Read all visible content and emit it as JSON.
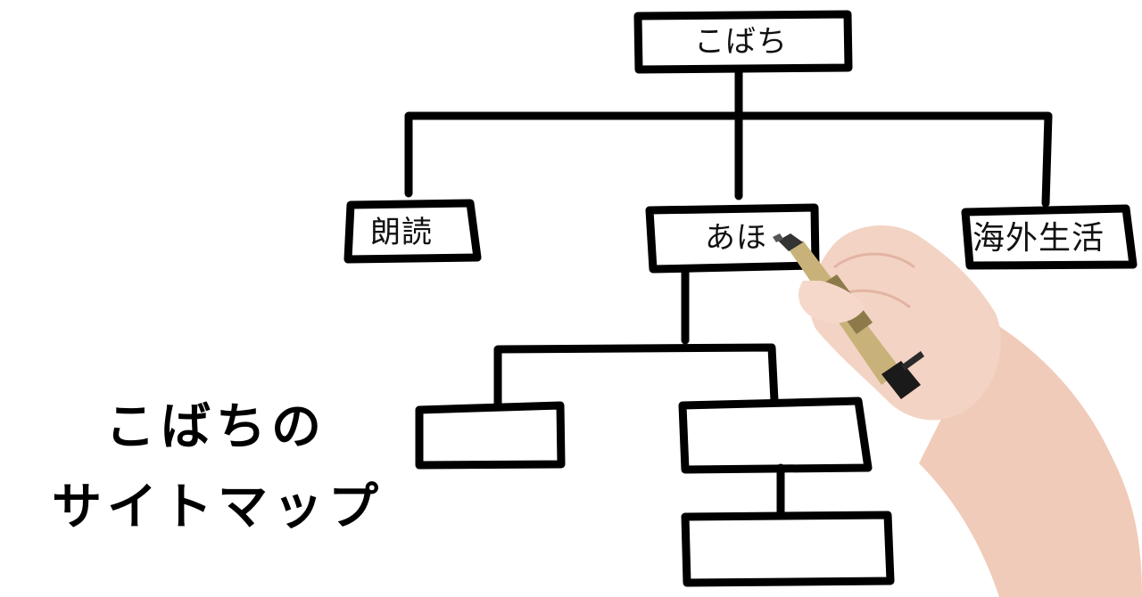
{
  "diagram": {
    "root": {
      "label": "こばち"
    },
    "level1": [
      {
        "label": "朗読"
      },
      {
        "label": "あほ"
      },
      {
        "label": "海外生活"
      }
    ],
    "level2": [
      {
        "label": ""
      },
      {
        "label": ""
      }
    ],
    "level3": [
      {
        "label": ""
      }
    ]
  },
  "caption": {
    "line1": "こばちの",
    "line2": "サイトマップ"
  },
  "colors": {
    "ink": "#000000",
    "background": "#ffffff",
    "skin": "#f3d3c4",
    "marker_body": "#c8b27a",
    "marker_cap": "#1a1a1a"
  },
  "icons": {
    "hand": "hand-holding-marker-icon"
  }
}
